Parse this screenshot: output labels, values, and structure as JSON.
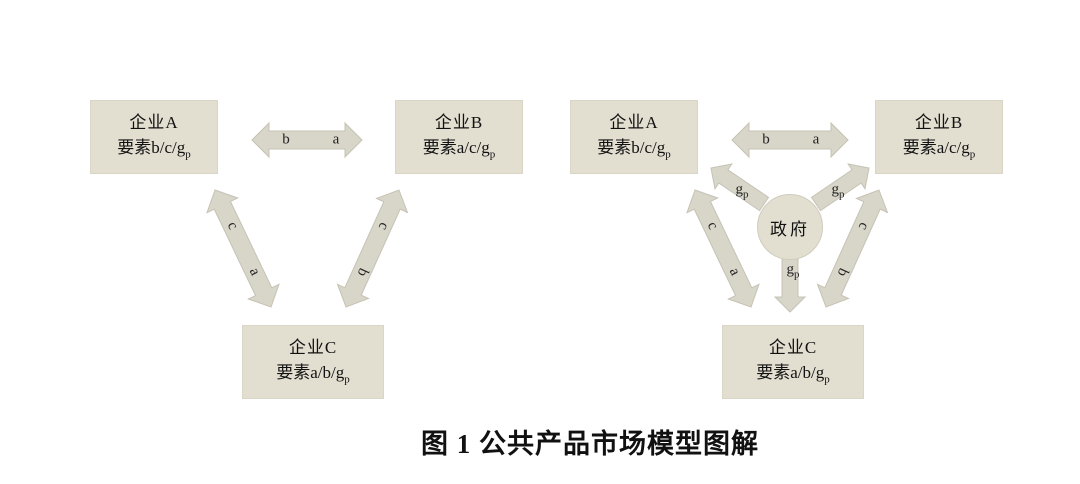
{
  "colors": {
    "background": "#ffffff",
    "box_fill": "#e2dfd1",
    "box_border": "#d9d6c8",
    "arrow_fill": "#d8d5c9",
    "arrow_stroke": "#c6c3b5",
    "circle_fill": "#e2dfd1",
    "circle_border": "#cfccbd",
    "text": "#111111"
  },
  "caption": "图 1 公共产品市场模型图解",
  "left_diagram": {
    "box_a": {
      "title": "企业A",
      "factors_main": "要素b/c/g",
      "factors_sub": "p"
    },
    "box_b": {
      "title": "企业B",
      "factors_main": "要素a/c/g",
      "factors_sub": "p"
    },
    "box_c": {
      "title": "企业C",
      "factors_main": "要素a/b/g",
      "factors_sub": "p"
    },
    "arrow_labels": {
      "ab_left": "b",
      "ab_right": "a",
      "ac_upper": "c",
      "ac_lower": "a",
      "bc_upper": "c",
      "bc_lower": "b"
    }
  },
  "right_diagram": {
    "box_a": {
      "title": "企业A",
      "factors_main": "要素b/c/g",
      "factors_sub": "p"
    },
    "box_b": {
      "title": "企业B",
      "factors_main": "要素a/c/g",
      "factors_sub": "p"
    },
    "box_c": {
      "title": "企业C",
      "factors_main": "要素a/b/g",
      "factors_sub": "p"
    },
    "government_label": "政府",
    "arrow_labels": {
      "ab_left": "b",
      "ab_right": "a",
      "ac_upper": "c",
      "ac_lower": "a",
      "bc_upper": "c",
      "bc_lower": "b",
      "gov_a_main": "g",
      "gov_a_sub": "p",
      "gov_b_main": "g",
      "gov_b_sub": "p",
      "gov_c_main": "g",
      "gov_c_sub": "p"
    }
  }
}
